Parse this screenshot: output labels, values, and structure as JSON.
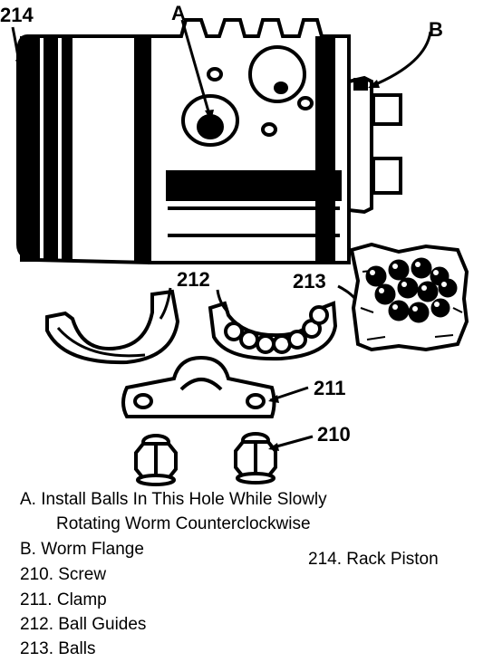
{
  "callouts": {
    "a": "A",
    "b": "B",
    "p214": "214",
    "p212": "212",
    "p213": "213",
    "p211": "211",
    "p210": "210"
  },
  "legend": {
    "a_line1": "A.  Install Balls In This Hole While Slowly",
    "a_line2": "Rotating Worm Counterclockwise",
    "b": "B.  Worm Flange",
    "p210": "210.  Screw",
    "p211": "211.  Clamp",
    "p212": "212.  Ball Guides",
    "p213": "213.  Balls",
    "p214": "214.  Rack Piston"
  }
}
